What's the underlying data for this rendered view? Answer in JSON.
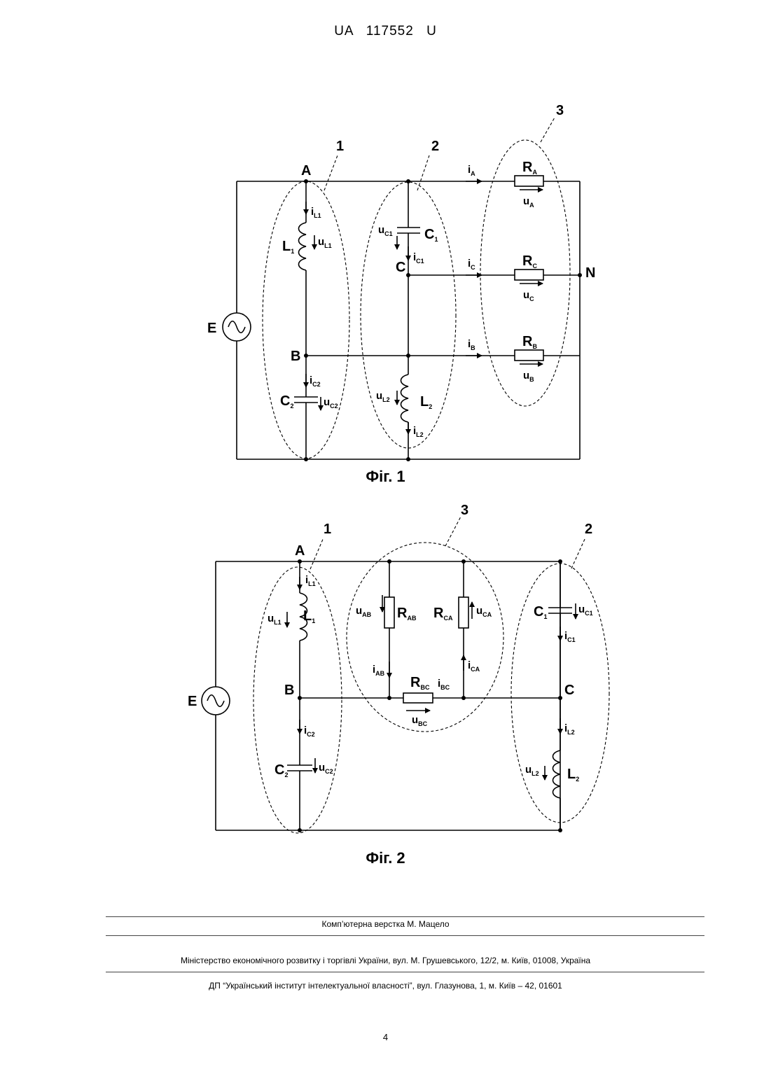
{
  "header": {
    "doc_no": "UA 117552 U"
  },
  "fig1": {
    "caption": "Фіг. 1",
    "callouts": [
      "1",
      "2",
      "3"
    ],
    "source": "E",
    "nodes": {
      "a": "A",
      "b": "B",
      "c": "C",
      "n": "N"
    },
    "inductor1": "L",
    "inductor1_sub": "1",
    "inductor2": "L",
    "inductor2_sub": "2",
    "cap1": "C",
    "cap1_sub": "1",
    "cap2": "C",
    "cap2_sub": "2",
    "i_l1": "i",
    "i_l1_sub": "L1",
    "u_l1": "u",
    "u_l1_sub": "L1",
    "u_c1": "u",
    "u_c1_sub": "C1",
    "i_c1": "i",
    "i_c1_sub": "C1",
    "i_c2": "i",
    "i_c2_sub": "C2",
    "u_c2": "u",
    "u_c2_sub": "C2",
    "u_l2": "u",
    "u_l2_sub": "L2",
    "i_l2": "i",
    "i_l2_sub": "L2",
    "i_a": "i",
    "i_a_sub": "A",
    "i_c": "i",
    "i_c_sub": "C",
    "i_b": "i",
    "i_b_sub": "B",
    "r_a": "R",
    "r_a_sub": "A",
    "r_c": "R",
    "r_c_sub": "C",
    "r_b": "R",
    "r_b_sub": "B",
    "u_a": "u",
    "u_a_sub": "A",
    "u_c": "u",
    "u_c_sub": "C",
    "u_b": "u",
    "u_b_sub": "B"
  },
  "fig2": {
    "caption": "Фіг. 2",
    "callouts": [
      "1",
      "3",
      "2"
    ],
    "source": "E",
    "nodes": {
      "a": "A",
      "b": "B",
      "c": "C"
    },
    "inductor1": "L",
    "inductor1_sub": "1",
    "inductor2": "L",
    "inductor2_sub": "2",
    "cap1": "C",
    "cap1_sub": "1",
    "cap2": "C",
    "cap2_sub": "2",
    "i_l1": "i",
    "i_l1_sub": "L1",
    "u_l1": "u",
    "u_l1_sub": "L1",
    "i_c2": "i",
    "i_c2_sub": "C2",
    "u_c2": "u",
    "u_c2_sub": "C2",
    "u_c1": "u",
    "u_c1_sub": "C1",
    "i_c1": "i",
    "i_c1_sub": "C1",
    "i_l2": "i",
    "i_l2_sub": "L2",
    "u_l2": "u",
    "u_l2_sub": "L2",
    "r_ab": "R",
    "r_ab_sub": "AB",
    "r_ca": "R",
    "r_ca_sub": "CA",
    "r_bc": "R",
    "r_bc_sub": "BC",
    "u_ab": "u",
    "u_ab_sub": "AB",
    "u_ca": "u",
    "u_ca_sub": "CA",
    "u_bc": "u",
    "u_bc_sub": "BC",
    "i_ab": "i",
    "i_ab_sub": "AB",
    "i_ca": "i",
    "i_ca_sub": "CA",
    "i_bc": "i",
    "i_bc_sub": "BC"
  },
  "footer": {
    "layout_credit": "Комп’ютерна верстка М. Мацело",
    "ministry": "Міністерство економічного розвитку і торгівлі України, вул. М. Грушевського, 12/2, м. Київ, 01008, Україна",
    "institute": "ДП “Український інститут інтелектуальної власності”, вул. Глазунова, 1, м. Київ – 42, 01601"
  },
  "page_number": "4"
}
